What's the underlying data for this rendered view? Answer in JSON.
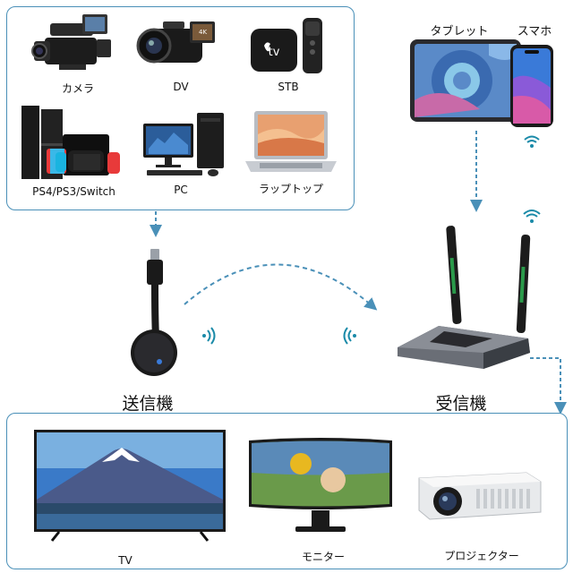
{
  "sources": [
    {
      "label": "カメラ",
      "icon": "camcorder-icon"
    },
    {
      "label": "DV",
      "icon": "dv-camera-icon"
    },
    {
      "label": "STB",
      "icon": "set-top-box-icon"
    },
    {
      "label": "PS4/PS3/Switch",
      "icon": "game-console-icon"
    },
    {
      "label": "PC",
      "icon": "desktop-pc-icon"
    },
    {
      "label": "ラップトップ",
      "icon": "laptop-icon"
    }
  ],
  "mobile": {
    "tablet_label": "タブレット",
    "phone_label": "スマホ"
  },
  "transmitter": {
    "label": "送信機"
  },
  "receiver": {
    "label": "受信機"
  },
  "outputs": [
    {
      "label": "TV",
      "icon": "tv-icon"
    },
    {
      "label": "モニター",
      "icon": "monitor-icon"
    },
    {
      "label": "プロジェクター",
      "icon": "projector-icon"
    }
  ],
  "colors": {
    "frame": "#4a90b8",
    "arrow": "#4a90b8",
    "wifi": "#1a8aa8"
  }
}
